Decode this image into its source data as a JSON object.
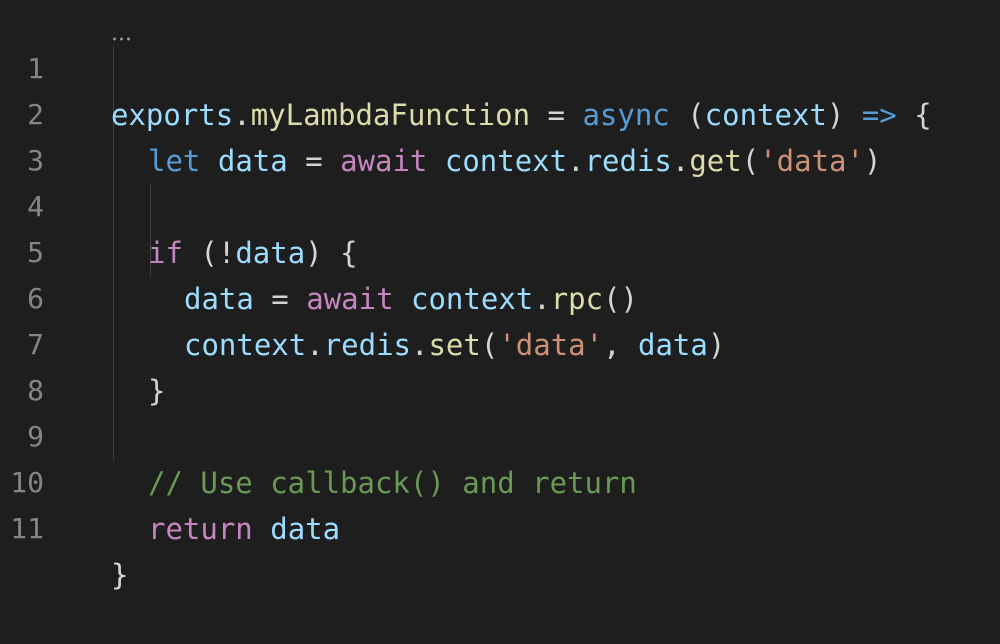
{
  "editor": {
    "theme_colors": {
      "background": "#1e1e1e",
      "line_number": "#858585",
      "variable": "#9cdcfe",
      "function": "#dcdcaa",
      "keyword": "#569cd6",
      "control": "#c586c0",
      "string": "#ce9178",
      "comment": "#6a9955",
      "punctuation": "#d4d4d4"
    },
    "lines": [
      {
        "number": "1",
        "tokens": [
          {
            "text": "exports",
            "type": "var"
          },
          {
            "text": ".",
            "type": "punc"
          },
          {
            "text": "myLambdaFunction",
            "type": "fn"
          },
          {
            "text": " = ",
            "type": "punc"
          },
          {
            "text": "async",
            "type": "kw"
          },
          {
            "text": " (",
            "type": "punc"
          },
          {
            "text": "context",
            "type": "var"
          },
          {
            "text": ") ",
            "type": "punc"
          },
          {
            "text": "=>",
            "type": "kw"
          },
          {
            "text": " {",
            "type": "punc"
          }
        ]
      },
      {
        "number": "2",
        "tokens": [
          {
            "text": "let",
            "type": "kw"
          },
          {
            "text": " ",
            "type": "punc"
          },
          {
            "text": "data",
            "type": "var"
          },
          {
            "text": " = ",
            "type": "punc"
          },
          {
            "text": "await",
            "type": "ctrl"
          },
          {
            "text": " ",
            "type": "punc"
          },
          {
            "text": "context",
            "type": "var"
          },
          {
            "text": ".",
            "type": "punc"
          },
          {
            "text": "redis",
            "type": "var"
          },
          {
            "text": ".",
            "type": "punc"
          },
          {
            "text": "get",
            "type": "fn"
          },
          {
            "text": "(",
            "type": "punc"
          },
          {
            "text": "'data'",
            "type": "str"
          },
          {
            "text": ")",
            "type": "punc"
          }
        ]
      },
      {
        "number": "3",
        "tokens": []
      },
      {
        "number": "4",
        "tokens": [
          {
            "text": "if",
            "type": "ctrl"
          },
          {
            "text": " (!",
            "type": "punc"
          },
          {
            "text": "data",
            "type": "var"
          },
          {
            "text": ") {",
            "type": "punc"
          }
        ]
      },
      {
        "number": "5",
        "tokens": [
          {
            "text": "data",
            "type": "var"
          },
          {
            "text": " = ",
            "type": "punc"
          },
          {
            "text": "await",
            "type": "ctrl"
          },
          {
            "text": " ",
            "type": "punc"
          },
          {
            "text": "context",
            "type": "var"
          },
          {
            "text": ".",
            "type": "punc"
          },
          {
            "text": "rpc",
            "type": "fn"
          },
          {
            "text": "()",
            "type": "punc"
          }
        ]
      },
      {
        "number": "6",
        "tokens": [
          {
            "text": "context",
            "type": "var"
          },
          {
            "text": ".",
            "type": "punc"
          },
          {
            "text": "redis",
            "type": "var"
          },
          {
            "text": ".",
            "type": "punc"
          },
          {
            "text": "set",
            "type": "fn"
          },
          {
            "text": "(",
            "type": "punc"
          },
          {
            "text": "'data'",
            "type": "str"
          },
          {
            "text": ", ",
            "type": "punc"
          },
          {
            "text": "data",
            "type": "var"
          },
          {
            "text": ")",
            "type": "punc"
          }
        ]
      },
      {
        "number": "7",
        "tokens": [
          {
            "text": "}",
            "type": "punc"
          }
        ]
      },
      {
        "number": "8",
        "tokens": []
      },
      {
        "number": "9",
        "tokens": [
          {
            "text": "// Use callback() and return",
            "type": "cmt"
          }
        ]
      },
      {
        "number": "10",
        "tokens": [
          {
            "text": "return",
            "type": "ctrl"
          },
          {
            "text": " ",
            "type": "punc"
          },
          {
            "text": "data",
            "type": "var"
          }
        ]
      },
      {
        "number": "11",
        "tokens": [
          {
            "text": "}",
            "type": "punc"
          }
        ]
      }
    ]
  }
}
